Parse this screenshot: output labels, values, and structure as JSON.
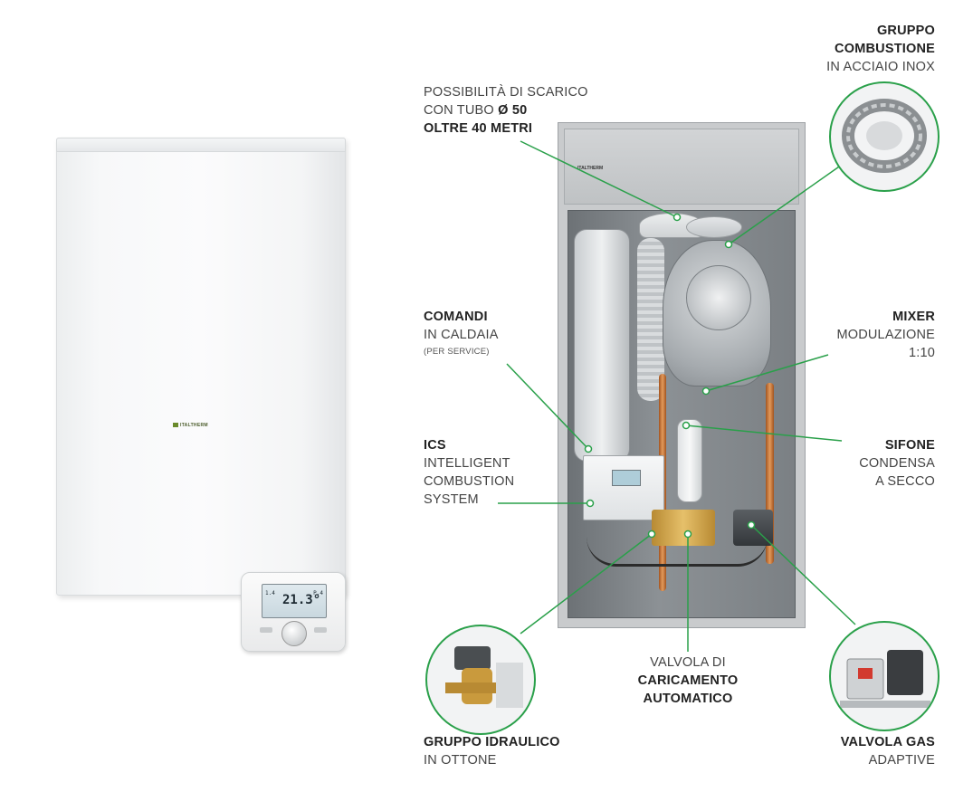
{
  "thermostat": {
    "display_temp": "21.3°",
    "mode_left": "1.4",
    "mode_right": "P.4"
  },
  "boiler_open": {
    "brand": "ITALTHERM"
  },
  "boiler_closed": {
    "brand": "ITALTHERM"
  },
  "labels": {
    "scarico": {
      "line1": "POSSIBILITÀ DI SCARICO",
      "line2": "CON TUBO",
      "bold_inline": "Ø 50",
      "line3": "OLTRE 40 METRI"
    },
    "combustione": {
      "title_line1": "GRUPPO",
      "title_line2": "COMBUSTIONE",
      "sub": "IN ACCIAIO INOX"
    },
    "comandi": {
      "title": "COMANDI",
      "sub": "IN CALDAIA",
      "note": "(PER SERVICE)"
    },
    "mixer": {
      "title": "MIXER",
      "sub1": "MODULAZIONE",
      "sub2": "1:10"
    },
    "ics": {
      "title": "ICS",
      "sub1": "INTELLIGENT",
      "sub2": "COMBUSTION",
      "sub3": "SYSTEM"
    },
    "sifone": {
      "title": "SIFONE",
      "sub1": "CONDENSA",
      "sub2": "A SECCO"
    },
    "valvola_caricamento": {
      "line1": "VALVOLA  DI",
      "title1": "CARICAMENTO",
      "title2": "AUTOMATICO"
    },
    "idraulico": {
      "title": "GRUPPO IDRAULICO",
      "sub": "IN OTTONE"
    },
    "valvola_gas": {
      "title": "VALVOLA GAS",
      "sub": "ADAPTIVE"
    }
  },
  "colors": {
    "callout_green": "#2aa04a",
    "text": "#444444",
    "background": "#ffffff"
  }
}
